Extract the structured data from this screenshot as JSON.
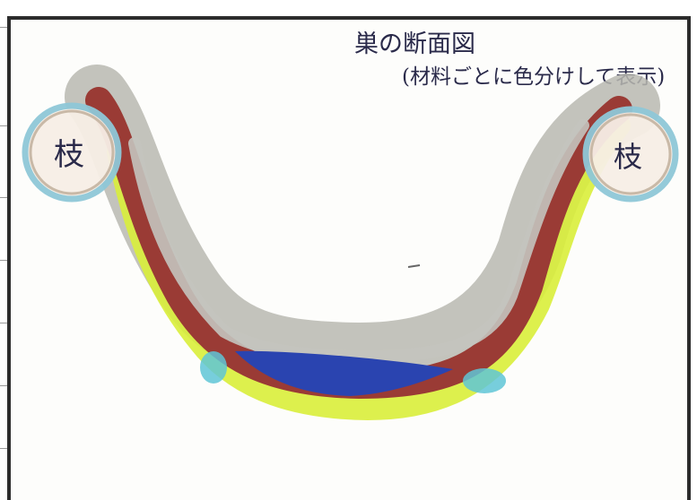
{
  "title": "巣の断面図",
  "subtitle": "(材料ごとに色分けして表示)",
  "labels": {
    "left_branch": "枝",
    "right_branch": "枝"
  },
  "colors": {
    "outer_grey": "#b9b9b0",
    "brown": "#9a3b35",
    "yellow": "#d9ee3a",
    "blue": "#2a44b0",
    "cyan": "#5fc6d6",
    "branch_outline": "#8fc8d8"
  }
}
